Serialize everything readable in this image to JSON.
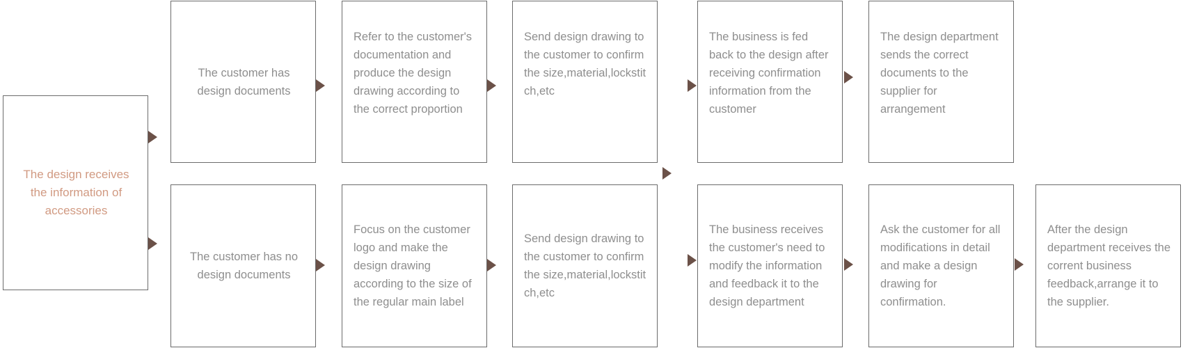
{
  "diagram": {
    "root": "The design receives the information of accessories",
    "top_row": [
      "The customer has design documents",
      "Refer to the customer's documentation and produce the design drawing according to the correct proportion",
      "Send design drawing to the customer to confirm the size,material,lockstitch,etc",
      "The business is fed back to the design after receiving confirmation information from the customer",
      "The design department sends the correct documents to the supplier for arrangement"
    ],
    "bottom_row": [
      "The customer has no design documents",
      "Focus on the customer logo and make the design drawing according to the size of the regular main label",
      "Send design drawing to the customer to confirm the size,material,lockstitch,etc",
      "The business receives the customer's need to modify the information and feedback it to the design department",
      "Ask the customer for all modifications in detail and make a design drawing for confirmation.",
      "After the design department receives the corrent business feedback,arrange it to the supplier."
    ],
    "colors": {
      "border": "#6b6b6b",
      "text": "#8e8e8e",
      "root_text": "#d19a82",
      "arrow": "#6b5148"
    }
  }
}
